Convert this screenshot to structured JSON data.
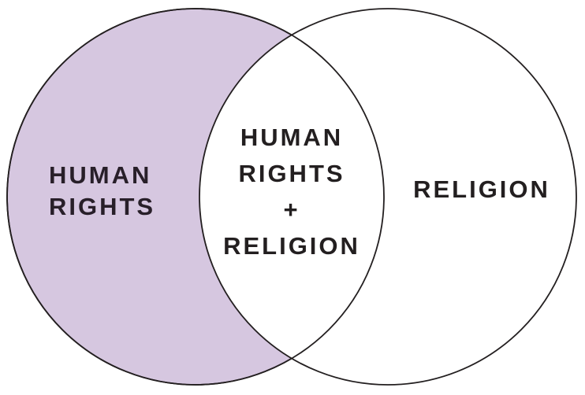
{
  "colors": {
    "background": "#ffffff",
    "circle_fill": "#d6c7e0",
    "circle_stroke": "#231f20",
    "text": "#231f20",
    "left_text": "#281f29"
  },
  "venn": {
    "type": "venn-2-circle",
    "left_region": {
      "line1": "HUMAN",
      "line2": "RIGHTS"
    },
    "intersection": {
      "line1": "HUMAN",
      "line2": "RIGHTS",
      "line3": "+",
      "line4": "RELIGION"
    },
    "right_region": {
      "label": "RELIGION"
    }
  }
}
